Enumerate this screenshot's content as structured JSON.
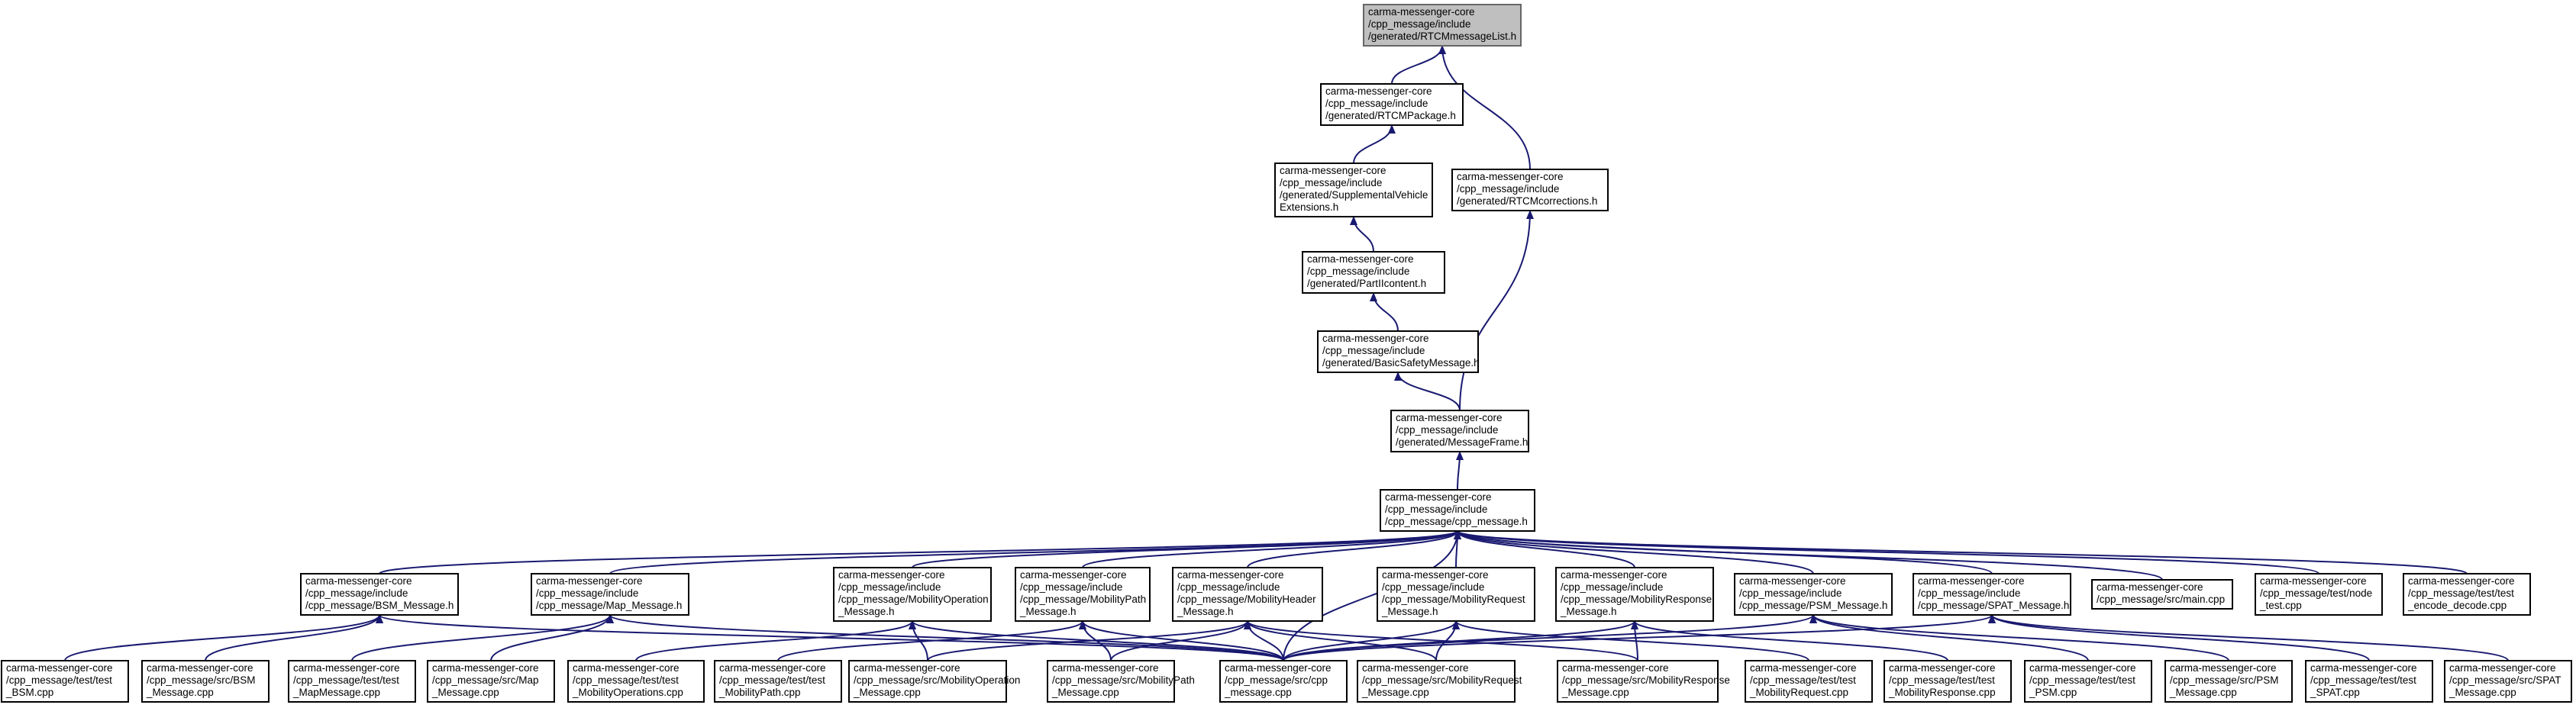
{
  "colors": {
    "edge": "#191970",
    "root_fill": "#bfbfbf",
    "node_fill": "#ffffff",
    "node_border": "#000000"
  },
  "nodes": [
    {
      "id": "rtcm_list",
      "name": "node-rtcm-message-list-h",
      "root": true,
      "lines": [
        "carma-messenger-core",
        "/cpp_message/include",
        "/generated/RTCMmessageList.h"
      ]
    },
    {
      "id": "rtcm_package",
      "name": "node-rtcm-package-h",
      "lines": [
        "carma-messenger-core",
        "/cpp_message/include",
        "/generated/RTCMPackage.h"
      ]
    },
    {
      "id": "supp_vehicle",
      "name": "node-supplemental-vehicle-extensions-h",
      "lines": [
        "carma-messenger-core",
        "/cpp_message/include",
        "/generated/SupplementalVehicle",
        "Extensions.h"
      ]
    },
    {
      "id": "rtcm_corrections",
      "name": "node-rtcm-corrections-h",
      "lines": [
        "carma-messenger-core",
        "/cpp_message/include",
        "/generated/RTCMcorrections.h"
      ]
    },
    {
      "id": "partii",
      "name": "node-partii-content-h",
      "lines": [
        "carma-messenger-core",
        "/cpp_message/include",
        "/generated/PartIIcontent.h"
      ]
    },
    {
      "id": "bsm_msg",
      "name": "node-basic-safety-message-h",
      "lines": [
        "carma-messenger-core",
        "/cpp_message/include",
        "/generated/BasicSafetyMessage.h"
      ]
    },
    {
      "id": "msg_frame",
      "name": "node-message-frame-h",
      "lines": [
        "carma-messenger-core",
        "/cpp_message/include",
        "/generated/MessageFrame.h"
      ]
    },
    {
      "id": "cpp_message_h",
      "name": "node-cpp-message-h",
      "lines": [
        "carma-messenger-core",
        "/cpp_message/include",
        "/cpp_message/cpp_message.h"
      ]
    },
    {
      "id": "bsm_h",
      "name": "node-bsm-message-h",
      "lines": [
        "carma-messenger-core",
        "/cpp_message/include",
        "/cpp_message/BSM_Message.h"
      ]
    },
    {
      "id": "map_h",
      "name": "node-map-message-h",
      "lines": [
        "carma-messenger-core",
        "/cpp_message/include",
        "/cpp_message/Map_Message.h"
      ]
    },
    {
      "id": "mobop_h",
      "name": "node-mobility-operation-message-h",
      "lines": [
        "carma-messenger-core",
        "/cpp_message/include",
        "/cpp_message/MobilityOperation",
        "_Message.h"
      ]
    },
    {
      "id": "mobpath_h",
      "name": "node-mobility-path-message-h",
      "lines": [
        "carma-messenger-core",
        "/cpp_message/include",
        "/cpp_message/MobilityPath",
        "_Message.h"
      ]
    },
    {
      "id": "mobheader_h",
      "name": "node-mobility-header-message-h",
      "lines": [
        "carma-messenger-core",
        "/cpp_message/include",
        "/cpp_message/MobilityHeader",
        "_Message.h"
      ]
    },
    {
      "id": "mobreq_h",
      "name": "node-mobility-request-message-h",
      "lines": [
        "carma-messenger-core",
        "/cpp_message/include",
        "/cpp_message/MobilityRequest",
        "_Message.h"
      ]
    },
    {
      "id": "mobresp_h",
      "name": "node-mobility-response-message-h",
      "lines": [
        "carma-messenger-core",
        "/cpp_message/include",
        "/cpp_message/MobilityResponse",
        "_Message.h"
      ]
    },
    {
      "id": "psm_h",
      "name": "node-psm-message-h",
      "lines": [
        "carma-messenger-core",
        "/cpp_message/include",
        "/cpp_message/PSM_Message.h"
      ]
    },
    {
      "id": "spat_h",
      "name": "node-spat-message-h",
      "lines": [
        "carma-messenger-core",
        "/cpp_message/include",
        "/cpp_message/SPAT_Message.h"
      ]
    },
    {
      "id": "main_cpp",
      "name": "node-main-cpp",
      "lines": [
        "carma-messenger-core",
        "/cpp_message/src/main.cpp"
      ]
    },
    {
      "id": "node_test",
      "name": "node-node-test-cpp",
      "lines": [
        "carma-messenger-core",
        "/cpp_message/test/node",
        "_test.cpp"
      ]
    },
    {
      "id": "encode_decode",
      "name": "node-test-encode-decode-cpp",
      "lines": [
        "carma-messenger-core",
        "/cpp_message/test/test",
        "_encode_decode.cpp"
      ]
    },
    {
      "id": "test_bsm",
      "name": "node-test-bsm-cpp",
      "lines": [
        "carma-messenger-core",
        "/cpp_message/test/test",
        "_BSM.cpp"
      ]
    },
    {
      "id": "src_bsm",
      "name": "node-src-bsm-message-cpp",
      "lines": [
        "carma-messenger-core",
        "/cpp_message/src/BSM",
        "_Message.cpp"
      ]
    },
    {
      "id": "test_map",
      "name": "node-test-map-message-cpp",
      "lines": [
        "carma-messenger-core",
        "/cpp_message/test/test",
        "_MapMessage.cpp"
      ]
    },
    {
      "id": "src_map",
      "name": "node-src-map-message-cpp",
      "lines": [
        "carma-messenger-core",
        "/cpp_message/src/Map",
        "_Message.cpp"
      ]
    },
    {
      "id": "test_mobops",
      "name": "node-test-mobility-operations-cpp",
      "lines": [
        "carma-messenger-core",
        "/cpp_message/test/test",
        "_MobilityOperations.cpp"
      ]
    },
    {
      "id": "test_mobpath",
      "name": "node-test-mobility-path-cpp",
      "lines": [
        "carma-messenger-core",
        "/cpp_message/test/test",
        "_MobilityPath.cpp"
      ]
    },
    {
      "id": "src_mobop",
      "name": "node-src-mobility-operation-message-cpp",
      "lines": [
        "carma-messenger-core",
        "/cpp_message/src/MobilityOperation",
        "_Message.cpp"
      ]
    },
    {
      "id": "src_mobpath",
      "name": "node-src-mobility-path-message-cpp",
      "lines": [
        "carma-messenger-core",
        "/cpp_message/src/MobilityPath",
        "_Message.cpp"
      ]
    },
    {
      "id": "src_cpp",
      "name": "node-src-cpp-message-cpp",
      "lines": [
        "carma-messenger-core",
        "/cpp_message/src/cpp",
        "_message.cpp"
      ]
    },
    {
      "id": "src_mobreq",
      "name": "node-src-mobility-request-message-cpp",
      "lines": [
        "carma-messenger-core",
        "/cpp_message/src/MobilityRequest",
        "_Message.cpp"
      ]
    },
    {
      "id": "src_mobresp",
      "name": "node-src-mobility-response-message-cpp",
      "lines": [
        "carma-messenger-core",
        "/cpp_message/src/MobilityResponse",
        "_Message.cpp"
      ]
    },
    {
      "id": "test_mobreq",
      "name": "node-test-mobility-request-cpp",
      "lines": [
        "carma-messenger-core",
        "/cpp_message/test/test",
        "_MobilityRequest.cpp"
      ]
    },
    {
      "id": "test_mobresp",
      "name": "node-test-mobility-response-cpp",
      "lines": [
        "carma-messenger-core",
        "/cpp_message/test/test",
        "_MobilityResponse.cpp"
      ]
    },
    {
      "id": "test_psm",
      "name": "node-test-psm-cpp",
      "lines": [
        "carma-messenger-core",
        "/cpp_message/test/test",
        "_PSM.cpp"
      ]
    },
    {
      "id": "src_psm",
      "name": "node-src-psm-message-cpp",
      "lines": [
        "carma-messenger-core",
        "/cpp_message/src/PSM",
        "_Message.cpp"
      ]
    },
    {
      "id": "test_spat",
      "name": "node-test-spat-cpp",
      "lines": [
        "carma-messenger-core",
        "/cpp_message/test/test",
        "_SPAT.cpp"
      ]
    },
    {
      "id": "src_spat",
      "name": "node-src-spat-message-cpp",
      "lines": [
        "carma-messenger-core",
        "/cpp_message/src/SPAT",
        "_Message.cpp"
      ]
    }
  ],
  "edges": [
    [
      "rtcm_package",
      "rtcm_list"
    ],
    [
      "rtcm_corrections",
      "rtcm_list"
    ],
    [
      "supp_vehicle",
      "rtcm_package"
    ],
    [
      "partii",
      "supp_vehicle"
    ],
    [
      "bsm_msg",
      "partii"
    ],
    [
      "msg_frame",
      "bsm_msg"
    ],
    [
      "msg_frame",
      "rtcm_corrections"
    ],
    [
      "cpp_message_h",
      "msg_frame"
    ],
    [
      "bsm_h",
      "cpp_message_h"
    ],
    [
      "map_h",
      "cpp_message_h"
    ],
    [
      "mobop_h",
      "cpp_message_h"
    ],
    [
      "mobpath_h",
      "cpp_message_h"
    ],
    [
      "mobheader_h",
      "cpp_message_h"
    ],
    [
      "mobreq_h",
      "cpp_message_h"
    ],
    [
      "mobresp_h",
      "cpp_message_h"
    ],
    [
      "psm_h",
      "cpp_message_h"
    ],
    [
      "spat_h",
      "cpp_message_h"
    ],
    [
      "main_cpp",
      "cpp_message_h"
    ],
    [
      "node_test",
      "cpp_message_h"
    ],
    [
      "encode_decode",
      "cpp_message_h"
    ],
    [
      "src_cpp",
      "cpp_message_h"
    ],
    [
      "test_bsm",
      "bsm_h"
    ],
    [
      "src_bsm",
      "bsm_h"
    ],
    [
      "src_cpp",
      "bsm_h"
    ],
    [
      "test_map",
      "map_h"
    ],
    [
      "src_map",
      "map_h"
    ],
    [
      "src_cpp",
      "map_h"
    ],
    [
      "test_mobops",
      "mobop_h"
    ],
    [
      "src_mobop",
      "mobop_h"
    ],
    [
      "src_cpp",
      "mobop_h"
    ],
    [
      "test_mobpath",
      "mobpath_h"
    ],
    [
      "src_mobpath",
      "mobpath_h"
    ],
    [
      "src_cpp",
      "mobpath_h"
    ],
    [
      "src_mobop",
      "mobheader_h"
    ],
    [
      "src_mobpath",
      "mobheader_h"
    ],
    [
      "src_mobreq",
      "mobheader_h"
    ],
    [
      "src_mobresp",
      "mobheader_h"
    ],
    [
      "src_cpp",
      "mobheader_h"
    ],
    [
      "src_mobreq",
      "mobreq_h"
    ],
    [
      "test_mobreq",
      "mobreq_h"
    ],
    [
      "src_cpp",
      "mobreq_h"
    ],
    [
      "src_mobresp",
      "mobresp_h"
    ],
    [
      "test_mobresp",
      "mobresp_h"
    ],
    [
      "src_cpp",
      "mobresp_h"
    ],
    [
      "test_psm",
      "psm_h"
    ],
    [
      "src_psm",
      "psm_h"
    ],
    [
      "src_cpp",
      "psm_h"
    ],
    [
      "test_spat",
      "spat_h"
    ],
    [
      "src_spat",
      "spat_h"
    ],
    [
      "src_cpp",
      "spat_h"
    ]
  ]
}
